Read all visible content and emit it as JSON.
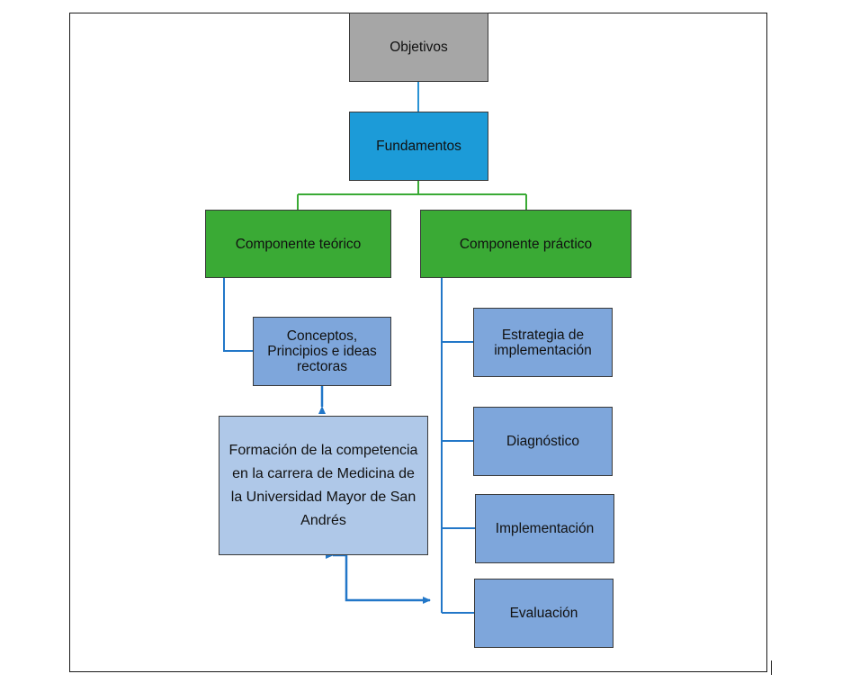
{
  "diagram": {
    "nodes": {
      "objetivos": "Objetivos",
      "fundamentos": "Fundamentos",
      "componente_teorico": "Componente teórico",
      "componente_practico": "Componente práctico",
      "conceptos": "Conceptos, Principios e ideas rectoras",
      "formacion": "Formación de la competencia en la carrera de Medicina de la Universidad Mayor de San Andrés",
      "estrategia": "Estrategia de implementación",
      "diagnostico": "Diagnóstico",
      "implementacion": "Implementación",
      "evaluacion": "Evaluación"
    },
    "colors": {
      "objetivos_fill": "#a6a6a6",
      "fundamentos_fill": "#1c9bd8",
      "componentes_fill": "#3aaa35",
      "subnode_fill": "#7ea6db",
      "formacion_fill": "#afc8e8",
      "blue_connector": "#2277c8",
      "green_connector": "#3aaa35"
    }
  }
}
